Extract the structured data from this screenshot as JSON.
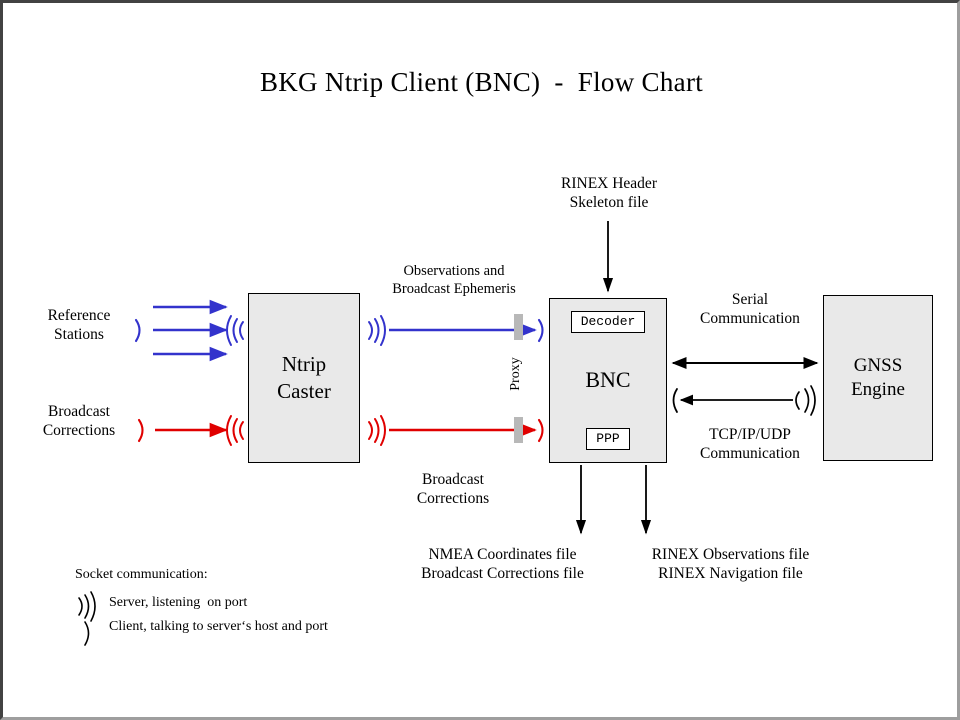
{
  "title": "BKG Ntrip Client (BNC)  -  Flow Chart",
  "colors": {
    "blue": "#3333cc",
    "red": "#e00000",
    "black": "#000000",
    "box_fill": "#e9e9e9",
    "proxy_grey": "#b8b8b8",
    "frame_dark": "#424242",
    "frame_light": "#9e9e9e"
  },
  "nodes": {
    "caster": {
      "line1": "Ntrip",
      "line2": "Caster"
    },
    "bnc": {
      "label": "BNC",
      "decoder": "Decoder",
      "ppp": "PPP"
    },
    "gnss": {
      "line1": "GNSS",
      "line2": "Engine"
    }
  },
  "labels": {
    "reference_stations": "Reference\nStations",
    "broadcast_corrections_in": "Broadcast\nCorrections",
    "observations_ephemeris": "Observations and\nBroadcast Ephemeris",
    "broadcast_corrections_out": "Broadcast\nCorrections",
    "rinex_skeleton": "RINEX Header\nSkeleton file",
    "serial_communication": "Serial\nCommunication",
    "tcpip_communication": "TCP/IP/UDP\nCommunication",
    "nmea_output": "NMEA Coordinates file\nBroadcast Corrections file",
    "rinex_output": "RINEX Observations file\nRINEX Navigation file",
    "proxy": "Proxy"
  },
  "legend": {
    "title": "Socket communication:",
    "items": [
      {
        "symbol": "server-socket-icon",
        "text": "Server, listening  on port"
      },
      {
        "symbol": "client-socket-icon",
        "text": "Client, talking to server‘s host and port"
      }
    ]
  },
  "flows": [
    {
      "name": "reference-stations-to-caster-1",
      "color": "#3333cc",
      "direction": "right"
    },
    {
      "name": "reference-stations-to-caster-2",
      "color": "#3333cc",
      "direction": "right"
    },
    {
      "name": "reference-stations-to-caster-3",
      "color": "#3333cc",
      "direction": "right"
    },
    {
      "name": "broadcast-corrections-to-caster",
      "color": "#e00000",
      "direction": "right"
    },
    {
      "name": "caster-to-bnc-observations",
      "color": "#3333cc",
      "direction": "right"
    },
    {
      "name": "caster-to-bnc-corrections",
      "color": "#e00000",
      "direction": "right"
    },
    {
      "name": "rinex-skeleton-to-bnc",
      "color": "#000000",
      "direction": "down"
    },
    {
      "name": "bnc-gnss-serial",
      "color": "#000000",
      "direction": "both"
    },
    {
      "name": "gnss-to-bnc-tcpip",
      "color": "#000000",
      "direction": "left"
    },
    {
      "name": "bnc-to-nmea-files",
      "color": "#000000",
      "direction": "down"
    },
    {
      "name": "bnc-to-rinex-files",
      "color": "#000000",
      "direction": "down"
    }
  ]
}
